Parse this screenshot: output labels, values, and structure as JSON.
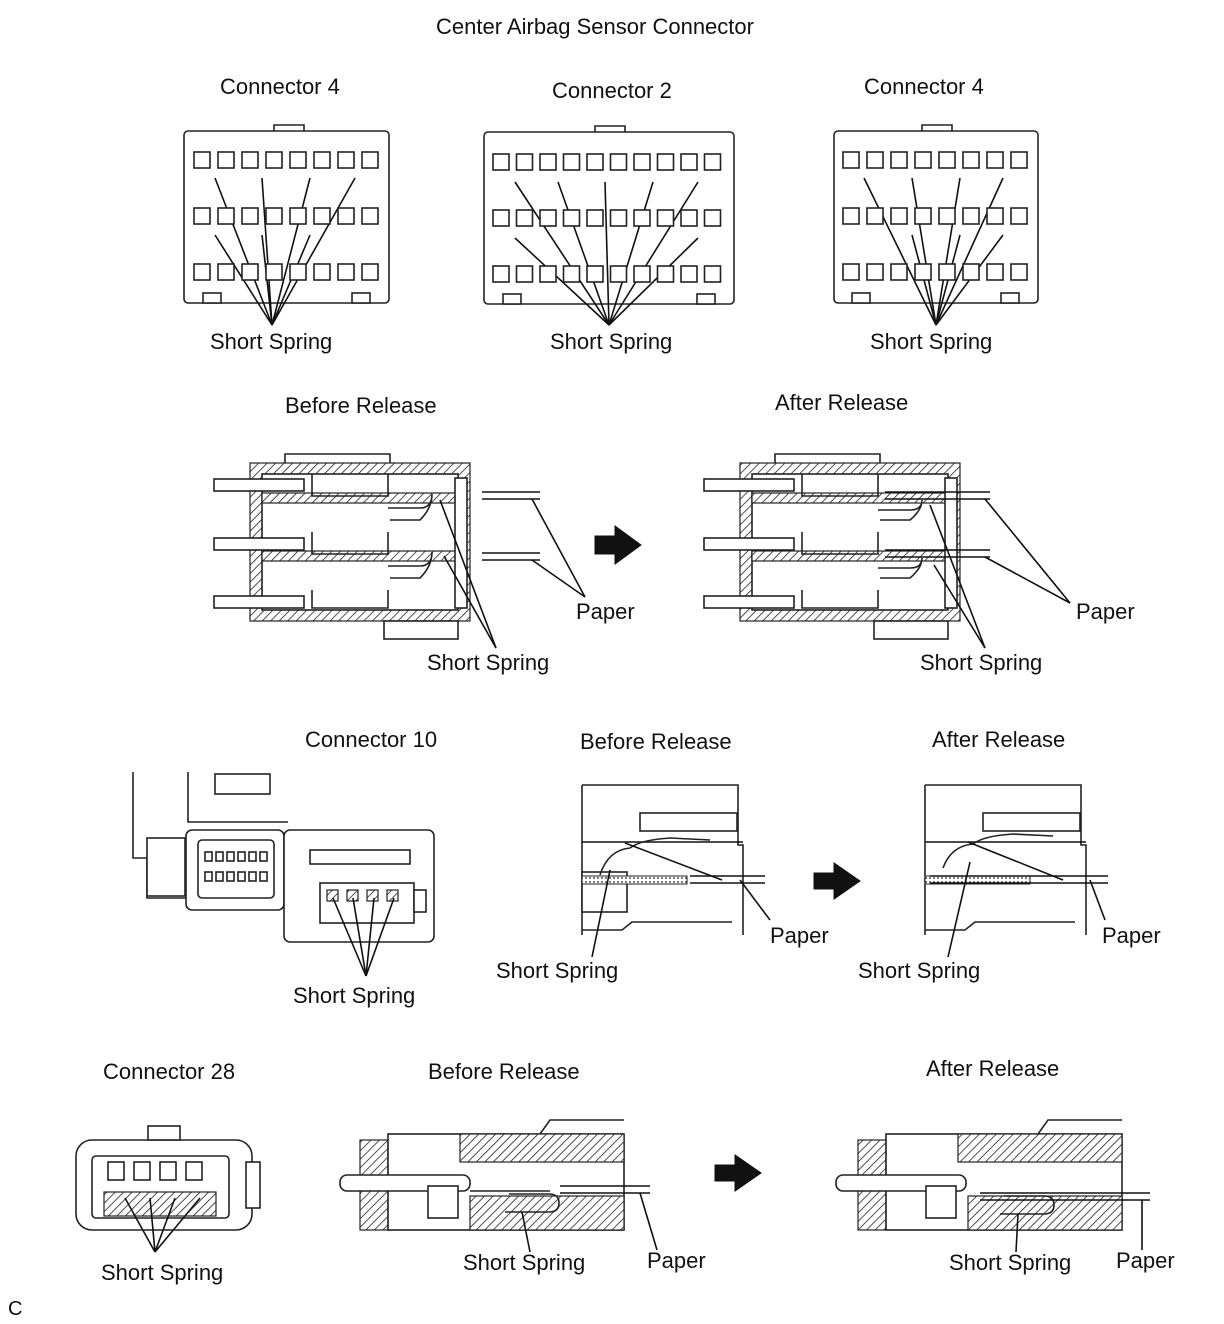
{
  "title": "Center Airbag Sensor Connector",
  "top_row": {
    "left": {
      "connector": "Connector 4",
      "spring": "Short Spring"
    },
    "middle": {
      "connector": "Connector 2",
      "spring": "Short Spring"
    },
    "right": {
      "connector": "Connector 4",
      "spring": "Short Spring"
    }
  },
  "row2": {
    "before": "Before Release",
    "after": "After Release",
    "paper_before": "Paper",
    "paper_after": "Paper",
    "spring_before": "Short Spring",
    "spring_after": "Short Spring"
  },
  "row3": {
    "connector": "Connector 10",
    "connector_spring": "Short Spring",
    "before": "Before Release",
    "after": "After Release",
    "paper_before": "Paper",
    "paper_after": "Paper",
    "spring_before": "Short Spring",
    "spring_after": "Short Spring"
  },
  "row4": {
    "connector": "Connector 28",
    "connector_spring": "Short Spring",
    "before": "Before Release",
    "after": "After Release",
    "paper_before": "Paper",
    "paper_after": "Paper",
    "spring_before": "Short Spring",
    "spring_after": "Short Spring"
  },
  "corner_code": "C"
}
